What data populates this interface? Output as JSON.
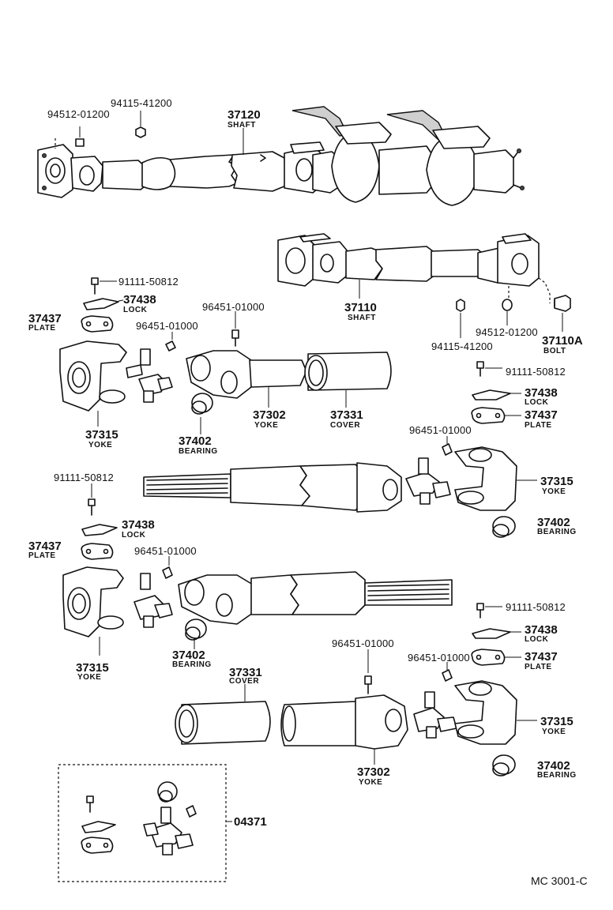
{
  "diagram": {
    "code": "MC 3001-C",
    "labels": {
      "p94512_top": "94512-01200",
      "p94115_top": "94115-41200",
      "p37120": "37120",
      "p37120_name": "SHAFT",
      "p37110": "37110",
      "p37110_name": "SHAFT",
      "p94115_mid": "94115-41200",
      "p94512_mid": "94512-01200",
      "p37110A": "37110A",
      "p37110A_name": "BOLT",
      "p91111_a": "91111-50812",
      "p37438_a": "37438",
      "p37438_a_name": "LOCK",
      "p37437_a": "37437",
      "p37437_a_name": "PLATE",
      "p96451_a": "96451-01000",
      "p96451_b": "96451-01000",
      "p37315_a": "37315",
      "p37315_a_name": "YOKE",
      "p37402_a": "37402",
      "p37402_a_name": "BEARING",
      "p37302_a": "37302",
      "p37302_a_name": "YOKE",
      "p37331_a": "37331",
      "p37331_a_name": "COVER",
      "p91111_b": "91111-50812",
      "p37438_b": "37438",
      "p37438_b_name": "LOCK",
      "p37437_b": "37437",
      "p37437_b_name": "PLATE",
      "p96451_c": "96451-01000",
      "p37315_b": "37315",
      "p37315_b_name": "YOKE",
      "p37402_b": "37402",
      "p37402_b_name": "BEARING",
      "p91111_c": "91111-50812",
      "p37438_c": "37438",
      "p37438_c_name": "LOCK",
      "p37437_c": "37437",
      "p37437_c_name": "PLATE",
      "p96451_d": "96451-01000",
      "p37315_c": "37315",
      "p37315_c_name": "YOKE",
      "p37402_c": "37402",
      "p37402_c_name": "BEARING",
      "p91111_d": "91111-50812",
      "p37438_d": "37438",
      "p37438_d_name": "LOCK",
      "p37437_d": "37437",
      "p37437_d_name": "PLATE",
      "p96451_e": "96451-01000",
      "p96451_f": "96451-01000",
      "p37331_b": "37331",
      "p37331_b_name": "COVER",
      "p37302_b": "37302",
      "p37302_b_name": "YOKE",
      "p37315_d": "37315",
      "p37315_d_name": "YOKE",
      "p37402_d": "37402",
      "p37402_d_name": "BEARING",
      "p04371": "04371"
    }
  }
}
